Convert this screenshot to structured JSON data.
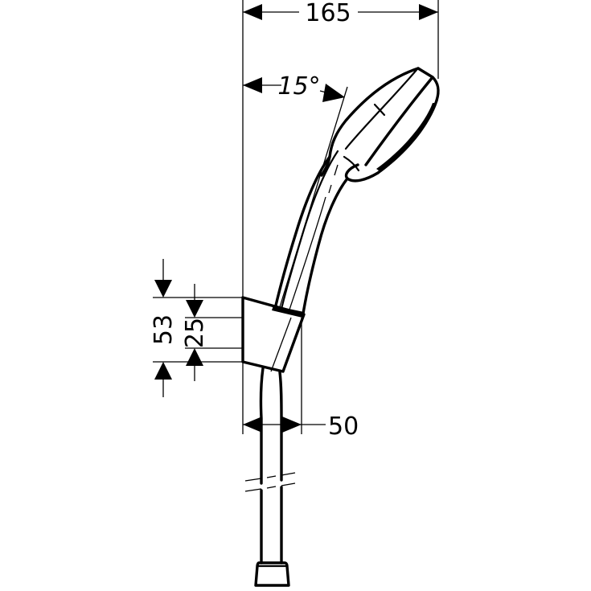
{
  "drawing": {
    "subject": "Hand shower with wall holder and hose",
    "dimensions": {
      "overall_width": "165",
      "angle": "15°",
      "holder_height": "53",
      "holder_mount_spacing": "25",
      "holder_depth": "50"
    },
    "colors": {
      "line": "#000000",
      "background": "#ffffff"
    }
  }
}
